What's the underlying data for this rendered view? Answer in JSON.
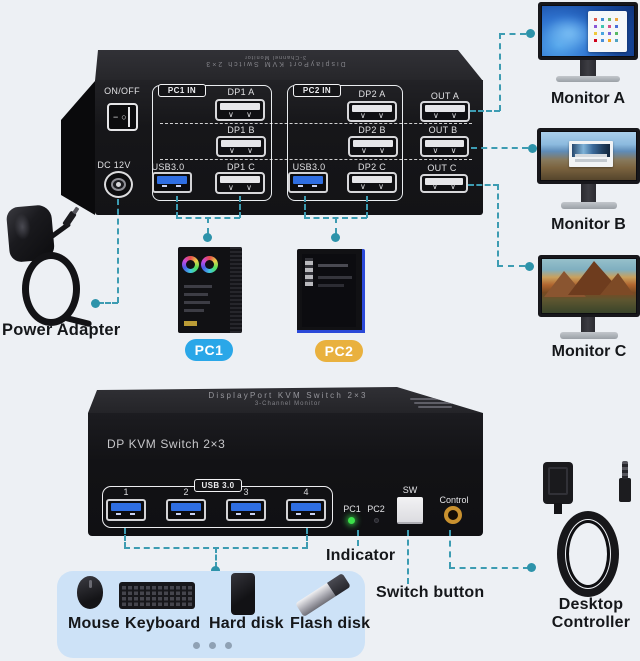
{
  "title_plate": {
    "line1": "DisplayPort KVM Switch 2×3",
    "line2": "3-Channel Monitor"
  },
  "rear_device": {
    "on_off": "ON/OFF",
    "dc": "DC 12V",
    "pc1_group": "PC1 IN",
    "pc2_group": "PC2 IN",
    "usb": "USB3.0",
    "pc1_dp": [
      "DP1 A",
      "DP1 B",
      "DP1 C"
    ],
    "pc2_dp": [
      "DP2 A",
      "DP2 B",
      "DP2 C"
    ],
    "out": [
      "OUT A",
      "OUT B",
      "OUT C"
    ]
  },
  "monitors": [
    {
      "label": "Monitor A"
    },
    {
      "label": "Monitor B"
    },
    {
      "label": "Monitor C"
    }
  ],
  "power_adapter": {
    "label": "Power Adapter"
  },
  "computers": [
    {
      "label": "PC1",
      "badge_color": "#2aa7e8"
    },
    {
      "label": "PC2",
      "badge_color": "#e9b13e"
    }
  ],
  "front_device": {
    "panel_title": "DP KVM Switch 2×3",
    "usb_group": "USB 3.0",
    "port_numbers": [
      "1",
      "2",
      "3",
      "4"
    ],
    "pc1": "PC1",
    "pc2": "PC2",
    "sw": "SW",
    "control": "Control"
  },
  "annotations": {
    "indicator": "Indicator",
    "switch_button": "Switch button",
    "desktop_controller": [
      "Desktop",
      "Controller"
    ]
  },
  "peripherals": [
    {
      "label": "Mouse"
    },
    {
      "label": "Keyboard"
    },
    {
      "label": "Hard disk"
    },
    {
      "label": "Flash disk"
    }
  ],
  "colors": {
    "background": "#edf0f4",
    "connector_teal": "#3d9cb2",
    "pc1_badge": "#2aa7e8",
    "pc2_badge": "#e9b13e",
    "led_green": "#3ce04a",
    "control_jack_gold": "#c9912f",
    "panel_blue": "#cde2f7",
    "usb_blue": "#2f6ee2"
  }
}
